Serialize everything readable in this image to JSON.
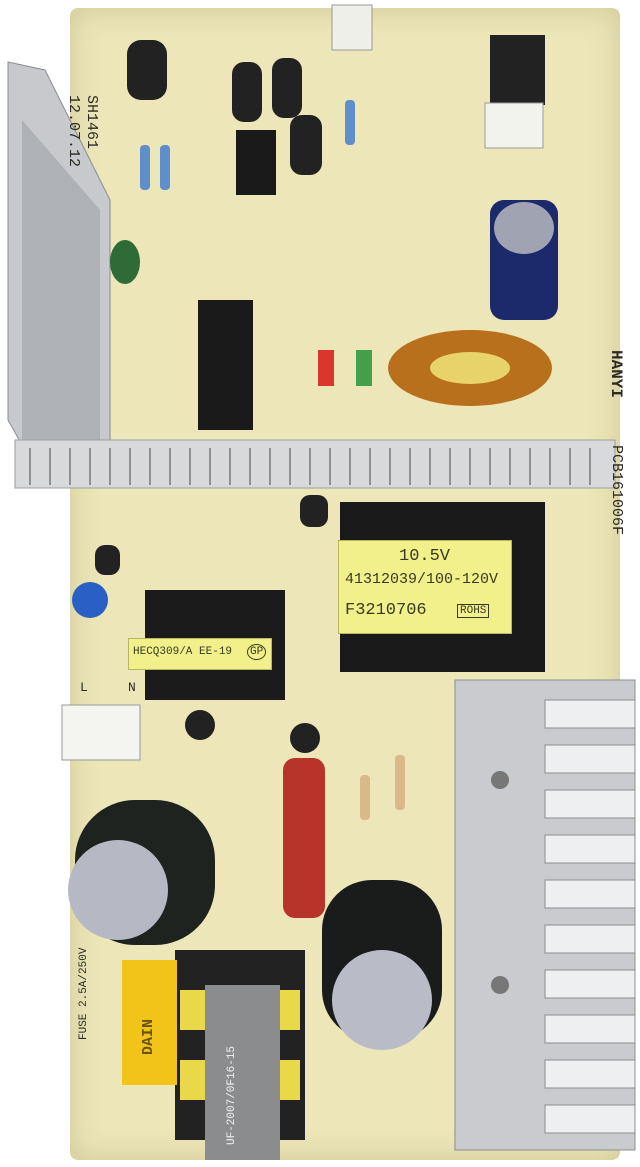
{
  "board": {
    "silkscreen": {
      "model_code": "SH1461",
      "date_code": "12.07.12",
      "maker_text": "HANYI",
      "pcb_code": "PCB161006F",
      "label_l": "L",
      "label_n": "N",
      "fuse_text": "FUSE 2.5A/250V"
    },
    "transformer_label": {
      "voltage": "10.5V",
      "part_line": "41312039/100-120V",
      "serial": "F3210706",
      "badge": "ROHS"
    },
    "small_transformer_label": {
      "text": "HECQ309/A EE-19",
      "badge": "GP"
    },
    "choke_text": "UF-2007/0F16-15",
    "cap_text": "DAIN"
  }
}
